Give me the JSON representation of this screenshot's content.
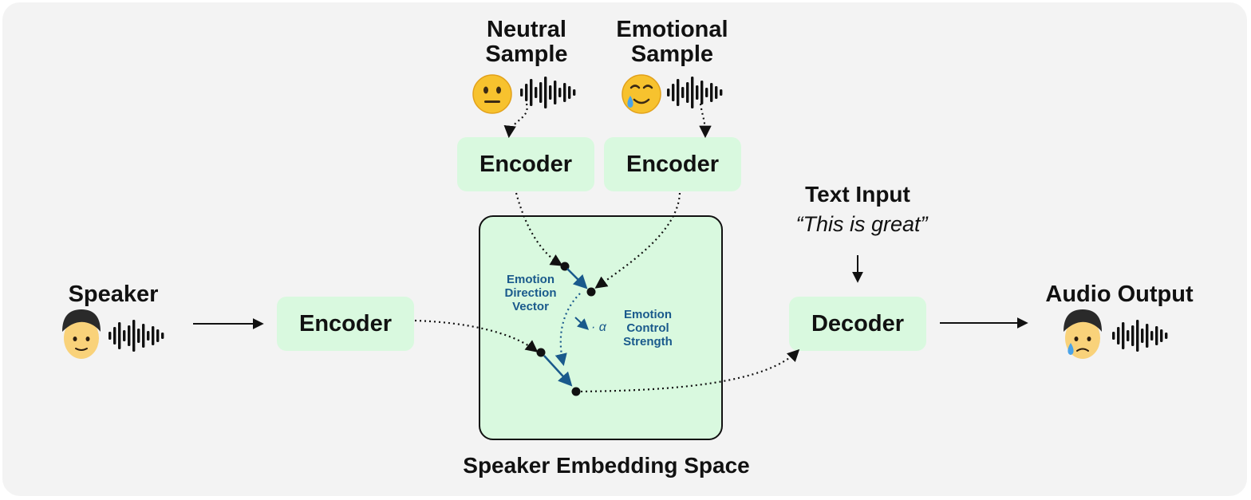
{
  "labels": {
    "neutral_title_1": "Neutral",
    "neutral_title_2": "Sample",
    "emotional_title_1": "Emotional",
    "emotional_title_2": "Sample",
    "speaker": "Speaker",
    "text_input_title": "Text Input",
    "text_input_value": "“This is great”",
    "audio_output": "Audio Output",
    "embedding_space": "Speaker Embedding Space",
    "emotion_direction_1": "Emotion",
    "emotion_direction_2": "Direction",
    "emotion_direction_3": "Vector",
    "control_1": "Emotion",
    "control_2": "Control",
    "control_3": "Strength",
    "alpha": "· α"
  },
  "boxes": {
    "encoder_neutral": "Encoder",
    "encoder_emotional": "Encoder",
    "encoder_speaker": "Encoder",
    "decoder": "Decoder"
  },
  "icons": {
    "neutral": "neutral-face-icon",
    "emotional": "smiling-face-with-tear-icon",
    "speaker": "speaker-avatar-icon",
    "output": "crying-avatar-icon",
    "waveform": "waveform-icon"
  },
  "colors": {
    "background": "#f3f3f3",
    "box_fill": "#d9f9df",
    "accent_blue": "#1a5a8c"
  }
}
